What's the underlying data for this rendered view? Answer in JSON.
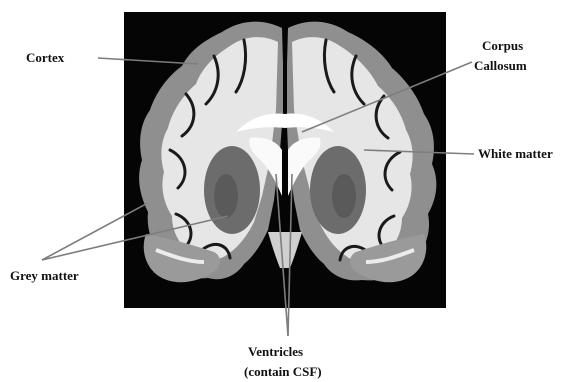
{
  "labels": {
    "cortex": "Cortex",
    "corpus_line1": "Corpus",
    "corpus_line2": "Callosum",
    "white_matter": "White matter",
    "grey_matter": "Grey matter",
    "ventricles_line1": "Ventricles",
    "ventricles_line2": "(contain CSF)"
  },
  "colors": {
    "background": "#ffffff",
    "scan_background": "#050505",
    "grey_matter": "#8f8f8f",
    "white_matter": "#e6e6e6",
    "deep_grey": "#6c6c6c",
    "ventricle": "#fafafa",
    "pointer_line": "#7d7d7d",
    "text": "#111111"
  }
}
